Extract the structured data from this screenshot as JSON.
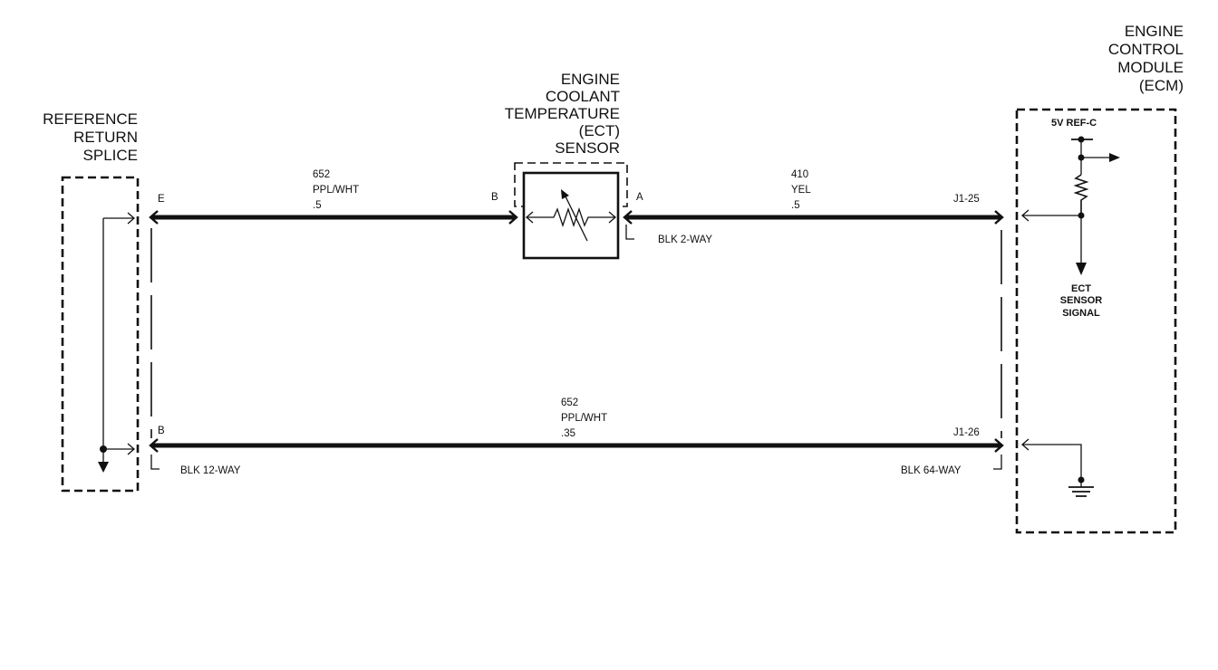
{
  "splice": {
    "title": [
      "REFERENCE",
      "RETURN",
      "SPLICE"
    ]
  },
  "sensor": {
    "title": [
      "ENGINE",
      "COOLANT",
      "TEMPERATURE",
      "(ECT)",
      "SENSOR"
    ],
    "pin_b": "B",
    "pin_a": "A",
    "connector": "BLK 2-WAY"
  },
  "ecm": {
    "title": [
      "ENGINE",
      "CONTROL",
      "MODULE",
      "(ECM)"
    ],
    "ref_label": "5V REF-C",
    "signal_label": [
      "ECT",
      "SENSOR",
      "SIGNAL"
    ],
    "pin_top": "J1-25",
    "pin_bottom": "J1-26",
    "connector": "BLK 64-WAY"
  },
  "connector_left": {
    "pin_top": "E",
    "pin_bottom": "B",
    "label": "BLK 12-WAY"
  },
  "wires": {
    "top_left": {
      "circuit": "652",
      "color": "PPL/WHT",
      "gauge": ".5"
    },
    "top_right": {
      "circuit": "410",
      "color": "YEL",
      "gauge": ".5"
    },
    "bottom": {
      "circuit": "652",
      "color": "PPL/WHT",
      "gauge": ".35"
    }
  }
}
